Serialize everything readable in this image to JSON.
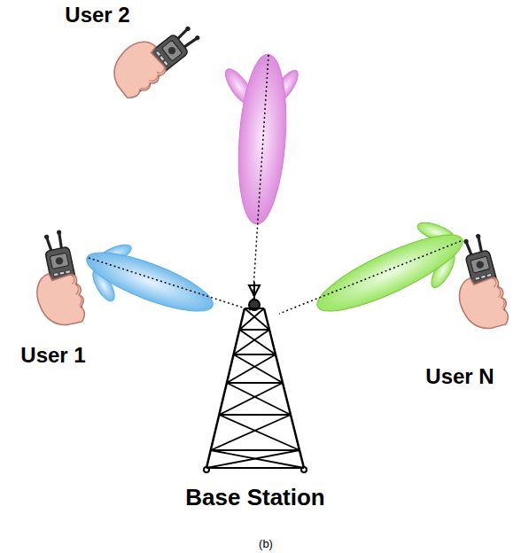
{
  "diagram": {
    "labels": [
      "User 2",
      "User 1",
      "User N",
      "Base Station",
      "(b)"
    ]
  }
}
